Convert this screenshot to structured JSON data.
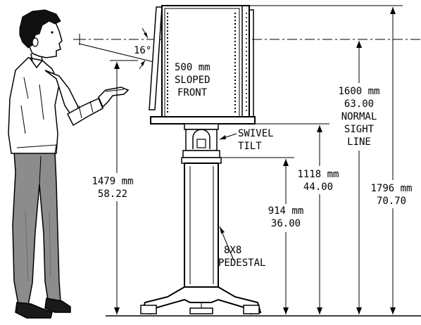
{
  "labels": {
    "angle": "16°",
    "front_line1": "500 mm",
    "front_line2": "SLOPED",
    "front_line3": "FRONT",
    "swivel_line1": "SWIVEL",
    "swivel_line2": "TILT",
    "hand_mm": "1479 mm",
    "hand_in": "58.22",
    "sight_mm": "1600 mm",
    "sight_in": "63.00",
    "sight_l1": "NORMAL",
    "sight_l2": "SIGHT",
    "sight_l3": "LINE",
    "top_pillar_mm": "1118 mm",
    "top_pillar_in": "44.00",
    "pillar_mm": "914 mm",
    "pillar_in": "36.00",
    "overall_mm": "1796 mm",
    "overall_in": "70.70",
    "pedestal_l1": "8X8",
    "pedestal_l2": "PEDESTAL"
  },
  "colors": {
    "line": "#000000",
    "background": "#ffffff",
    "skin": "#ffffff",
    "shirt": "#ffffff",
    "hair": "#111111",
    "pants": "#8c8c8c",
    "shoes": "#1a1a1a"
  }
}
